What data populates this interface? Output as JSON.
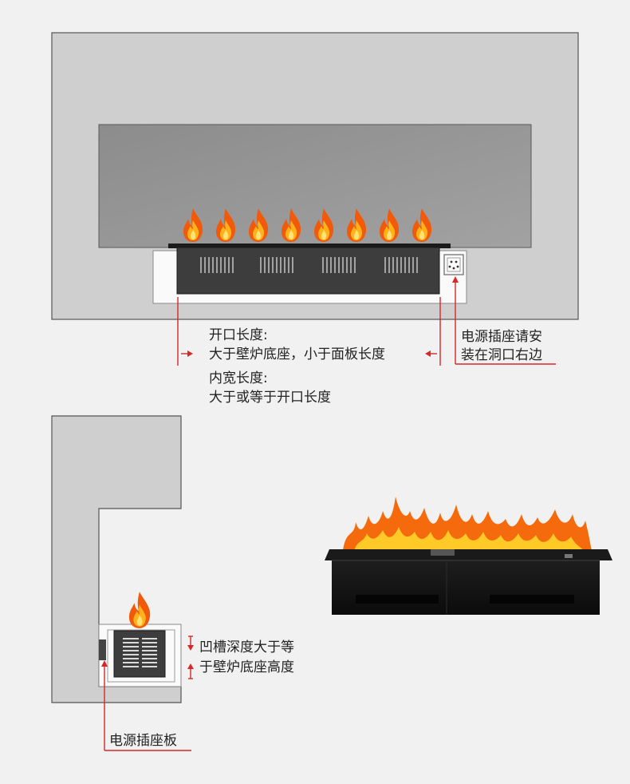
{
  "front_view": {
    "label_opening_title": "开口长度:",
    "label_opening_rule": "大于壁炉底座，小于面板长度",
    "label_inner_title": "内宽长度:",
    "label_inner_rule": "大于或等于开口长度",
    "label_socket_line1": "电源插座请安",
    "label_socket_line2": "装在洞口右边"
  },
  "side_view": {
    "label_depth_line1": "凹槽深度大于等",
    "label_depth_line2": "于壁炉底座高度",
    "label_socket_board": "电源插座板"
  },
  "colors": {
    "wall": "#cfcfcf",
    "panel": "#9a9a9a",
    "unit": "#3d3d3d",
    "accent_red": "#d62828",
    "flame_outer": "#f05a0a",
    "flame_inner": "#ffc21a"
  }
}
